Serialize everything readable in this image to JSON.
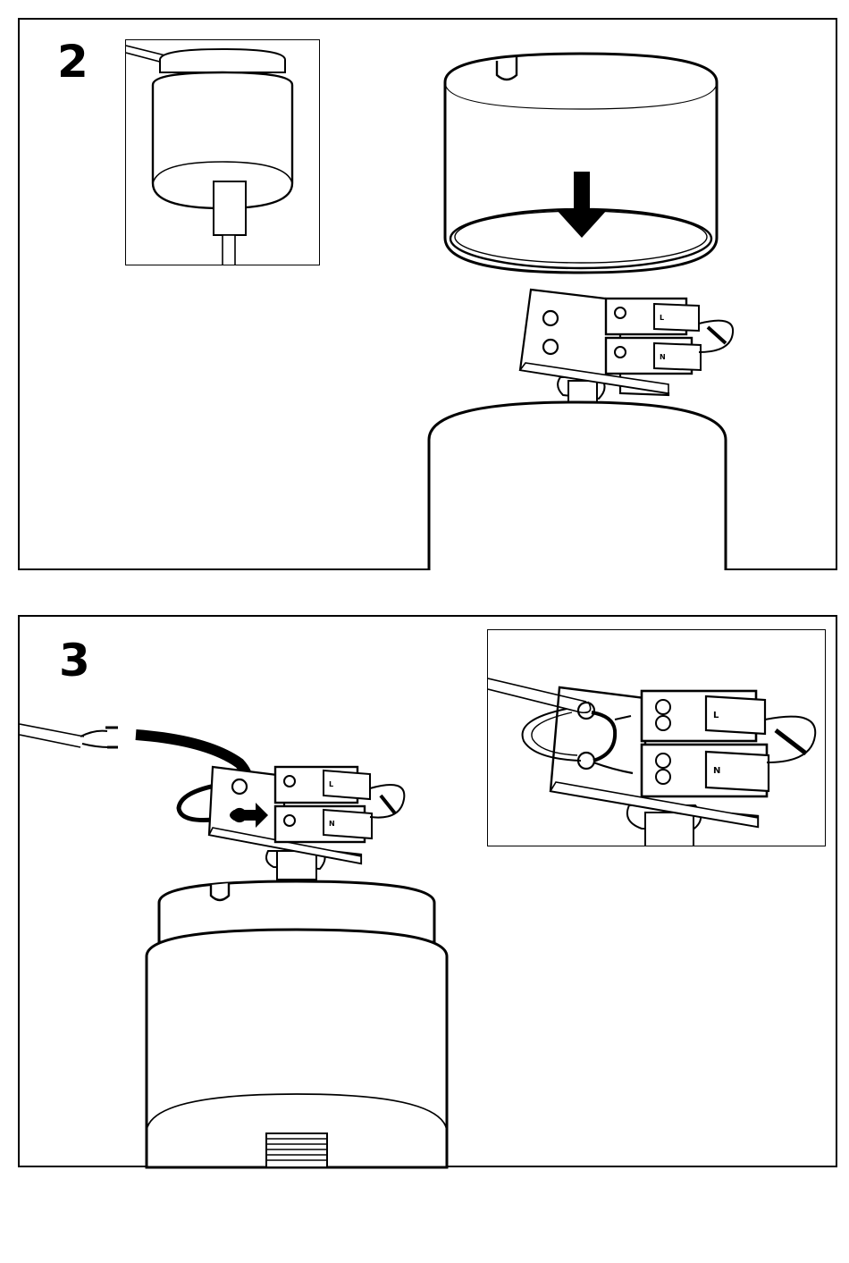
{
  "steps": [
    {
      "number": "2"
    },
    {
      "number": "3"
    }
  ],
  "terminal_labels": {
    "live": "L",
    "neutral": "N"
  },
  "colors": {
    "line": "#000000",
    "background": "#ffffff"
  }
}
